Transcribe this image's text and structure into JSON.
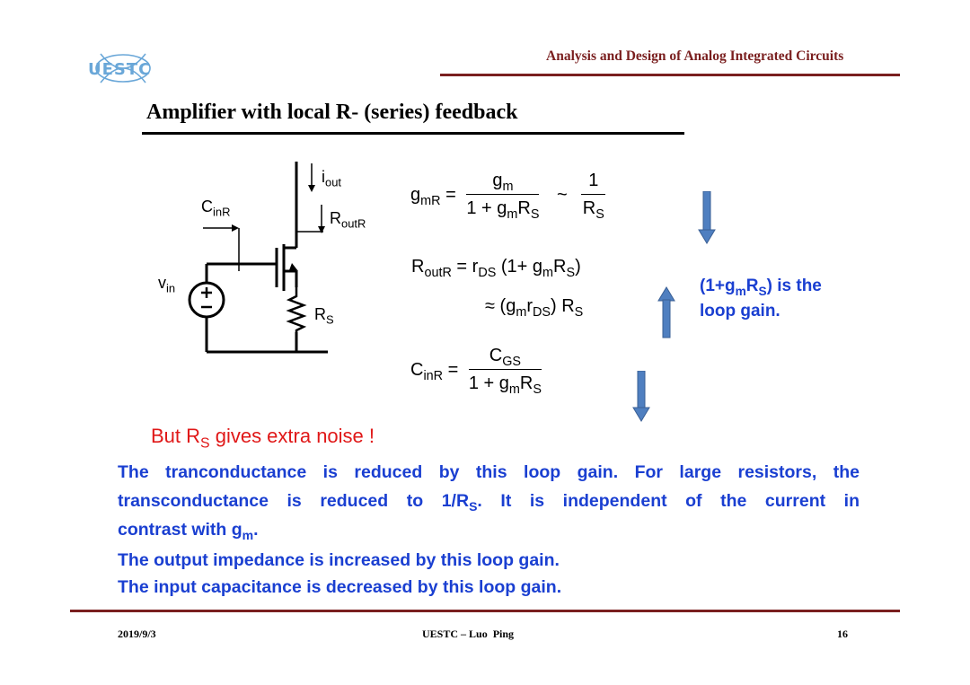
{
  "header": {
    "logo_text": "UESTC",
    "course_title": "Analysis and Design of Analog Integrated Circuits",
    "accent_color": "#7a1f1f"
  },
  "slide": {
    "title": "Amplifier with local R- (series) feedback"
  },
  "circuit": {
    "iout_label": "i",
    "iout_sub": "out",
    "routr_label": "R",
    "routr_sub": "outR",
    "cinr_label": "C",
    "cinr_sub": "inR",
    "vin_label": "v",
    "vin_sub": "in",
    "rs_label": "R",
    "rs_sub": "S"
  },
  "equations": {
    "gmr_lhs": "g",
    "gmr_lhs_sub": "mR",
    "eq1_num_g": "g",
    "eq1_num_sub": "m",
    "eq1_den_a": "1 + g",
    "eq1_den_sub1": "m",
    "eq1_den_b": "R",
    "eq1_den_sub2": "S",
    "approx": "~",
    "eq1_alt_num": "1",
    "eq1_alt_den": "R",
    "eq1_alt_den_sub": "S",
    "routr_line1_a": "R",
    "routr_line1_sub": "outR",
    "routr_line1_b": " = r",
    "routr_line1_sub2": "DS",
    "routr_line1_c": " (1+ g",
    "routr_line1_sub3": "m",
    "routr_line1_d": "R",
    "routr_line1_sub4": "S",
    "routr_line1_e": ")",
    "routr_line2_a": "≈  (g",
    "routr_line2_sub1": "m",
    "routr_line2_b": "r",
    "routr_line2_sub2": "DS",
    "routr_line2_c": ") R",
    "routr_line2_sub3": "S",
    "cinr_lhs": "C",
    "cinr_lhs_sub": "inR",
    "cinr_num": "C",
    "cinr_num_sub": "GS",
    "cinr_den_a": "1 + g",
    "cinr_den_sub1": "m",
    "cinr_den_b": "R",
    "cinr_den_sub2": "S"
  },
  "side_note": {
    "line1_a": "(1+g",
    "line1_sub1": "m",
    "line1_b": "R",
    "line1_sub2": "S",
    "line1_c": ") is the",
    "line2": "loop gain."
  },
  "noise_note": {
    "a": "But R",
    "sub": "S",
    "b": " gives extra noise !"
  },
  "body": {
    "p1_l1": "The tranconductance is reduced by this loop gain. For large resistors, the",
    "p1_l2_a": "transconductance is reduced to 1/R",
    "p1_l2_sub": "S",
    "p1_l2_b": ". It is independent of the current in",
    "p1_l3_a": "contrast with g",
    "p1_l3_sub": "m",
    "p1_l3_b": ".",
    "p2": "The output impedance is increased by this loop gain.",
    "p3": "The input capacitance is decreased by this loop gain."
  },
  "footer": {
    "date": "2019/9/3",
    "author": "UESTC – Luo  Ping",
    "page": "16"
  },
  "colors": {
    "dark_red": "#7a1f1f",
    "blue_text": "#1a3fd1",
    "red_text": "#e01818",
    "arrow_blue": "#4f7fc0"
  }
}
